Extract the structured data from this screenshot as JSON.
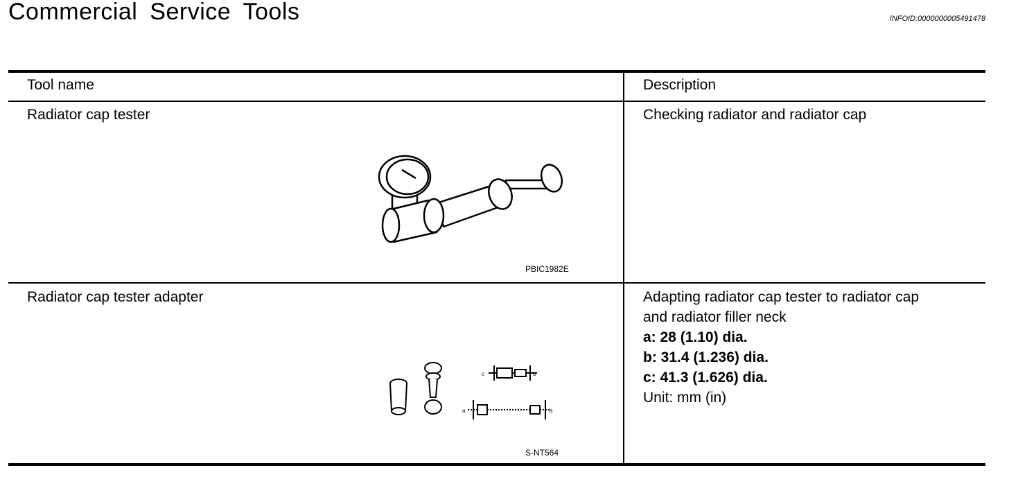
{
  "page": {
    "title": "Commercial Service Tools",
    "info_id": "INFOID:0000000005491478"
  },
  "table": {
    "headers": {
      "tool_name": "Tool name",
      "description": "Description"
    },
    "rows": [
      {
        "tool_name": "Radiator cap tester",
        "image_code": "PBIC1982E",
        "description_lines": [
          "Checking radiator and radiator cap"
        ],
        "spec_lines": [],
        "unit": ""
      },
      {
        "tool_name": "Radiator cap tester adapter",
        "image_code": "S-NT564",
        "description_lines": [
          "Adapting radiator cap tester to radiator cap",
          "and radiator filler neck"
        ],
        "spec_lines": [
          "a: 28 (1.10) dia.",
          "b: 31.4 (1.236) dia.",
          "c: 41.3 (1.626) dia."
        ],
        "unit": "Unit: mm (in)"
      }
    ],
    "diagram_labels": {
      "a": "a",
      "b": "b",
      "c": "c"
    }
  }
}
